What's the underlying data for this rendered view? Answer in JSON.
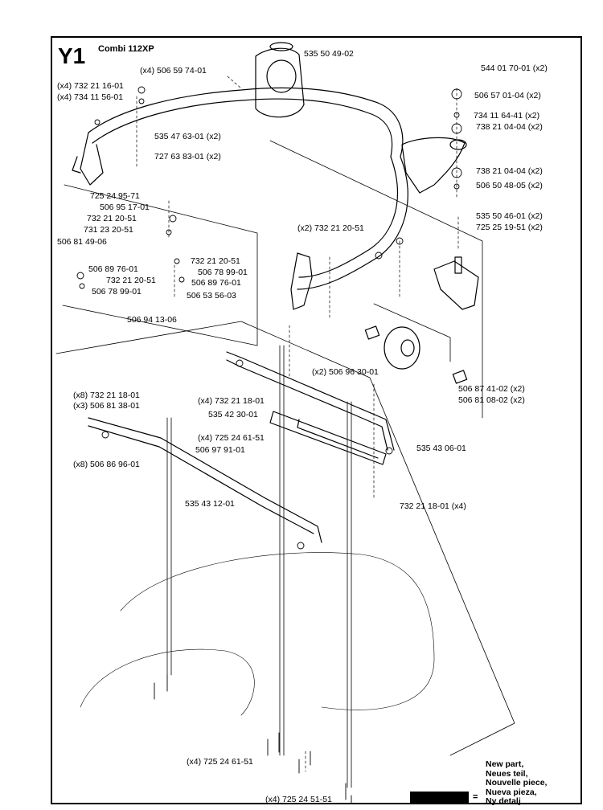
{
  "header": {
    "section_code": "Y1",
    "model": "Combi 112XP"
  },
  "legend": {
    "lines": [
      "New part,",
      "Neues teil,",
      "Nouvelle piece,",
      "Nueva pieza,",
      "Ny detalj"
    ],
    "equals": "="
  },
  "callouts": [
    {
      "label": "535 50 49-02"
    },
    {
      "label": "(x4) 506 59 74-01"
    },
    {
      "label": "544 01 70-01 (x2)"
    },
    {
      "label": "(x4) 732 21 16-01"
    },
    {
      "label": "(x4) 734 11 56-01"
    },
    {
      "label": "506 57 01-04 (x2)"
    },
    {
      "label": "734 11 64-41 (x2)"
    },
    {
      "label": "738 21 04-04 (x2)"
    },
    {
      "label": "535 47 63-01 (x2)"
    },
    {
      "label": "727 63 83-01 (x2)"
    },
    {
      "label": "738 21 04-04 (x2)"
    },
    {
      "label": "506 50 48-05 (x2)"
    },
    {
      "label": "725 24 95-71"
    },
    {
      "label": "506 95 17-01"
    },
    {
      "label": "732 21 20-51"
    },
    {
      "label": "731 23 20-51"
    },
    {
      "label": "506 81 49-06"
    },
    {
      "label": "535 50 46-01 (x2)"
    },
    {
      "label": "725 25 19-51 (x2)"
    },
    {
      "label": "(x2) 732 21 20-51"
    },
    {
      "label": "732 21 20-51"
    },
    {
      "label": "506 89 76-01"
    },
    {
      "label": "506 78 99-01"
    },
    {
      "label": "732 21 20-51"
    },
    {
      "label": "506 89 76-01"
    },
    {
      "label": "506 78 99-01"
    },
    {
      "label": "506 53 56-03"
    },
    {
      "label": "506 94 13-06"
    },
    {
      "label": "(x2) 506 96 30-01"
    },
    {
      "label": "506 87 41-02 (x2)"
    },
    {
      "label": "506 81 08-02 (x2)"
    },
    {
      "label": "(x8) 732 21 18-01"
    },
    {
      "label": "(x3) 506 81 38-01"
    },
    {
      "label": "(x4) 732 21 18-01"
    },
    {
      "label": "535 42 30-01"
    },
    {
      "label": "(x4) 725 24 61-51"
    },
    {
      "label": "535 43 06-01"
    },
    {
      "label": "506 97 91-01"
    },
    {
      "label": "(x8) 506 86 96-01"
    },
    {
      "label": "535 43 12-01"
    },
    {
      "label": "732 21 18-01 (x4)"
    },
    {
      "label": "(x4) 725 24 61-51"
    },
    {
      "label": "(x4) 725 24 51-51"
    }
  ]
}
